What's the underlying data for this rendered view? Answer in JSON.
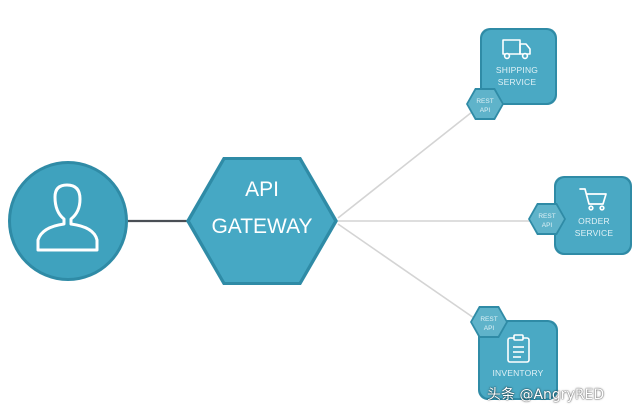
{
  "colors": {
    "primary": "#3fa2be",
    "primary_dark": "#2f8ba6",
    "card": "#4aa9c4",
    "api_hex": "#5fb3ca",
    "connector_dark": "#4a4f55",
    "connector_light": "#d4d4d4",
    "background": "#ffffff"
  },
  "client": {
    "icon": "user-icon"
  },
  "gateway": {
    "line1": "API",
    "line2": "GATEWAY"
  },
  "services": [
    {
      "id": "shipping",
      "icon": "truck-icon",
      "line1": "SHIPPING",
      "line2": "SERVICE",
      "api_line1": "REST",
      "api_line2": "API"
    },
    {
      "id": "order",
      "icon": "cart-icon",
      "line1": "ORDER",
      "line2": "SERVICE",
      "api_line1": "REST",
      "api_line2": "API"
    },
    {
      "id": "inventory",
      "icon": "clipboard-icon",
      "line1": "INVENTORY",
      "line2": "",
      "api_line1": "REST",
      "api_line2": "API"
    }
  ],
  "watermark": "头条 @AngryRED"
}
